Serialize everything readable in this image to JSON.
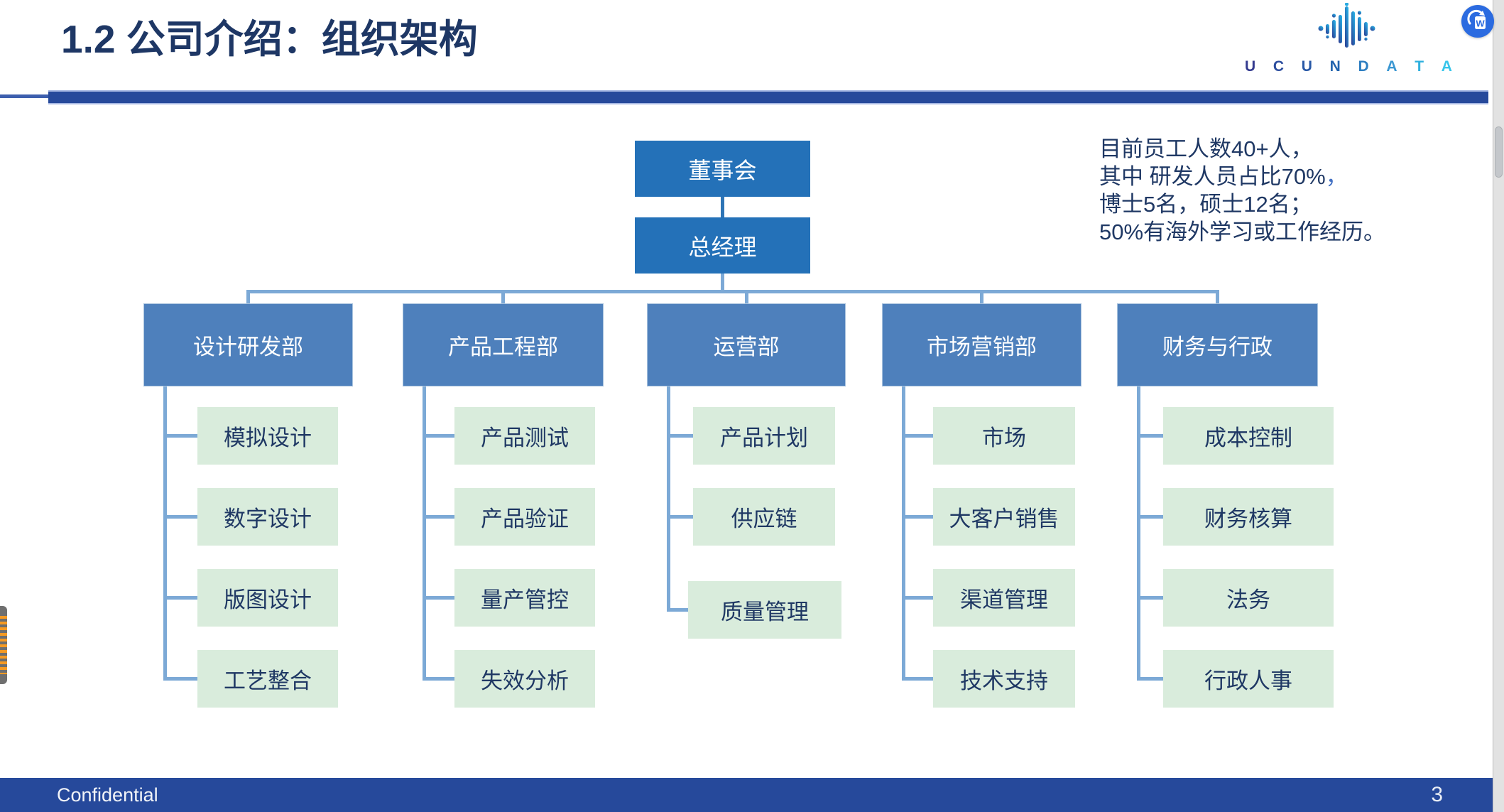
{
  "header": {
    "title": "1.2 公司介绍：组织架构",
    "brand": {
      "icon": "pulse-bars-logo-icon",
      "letters": [
        "U",
        "C",
        "U",
        "N",
        "D",
        "A",
        "T",
        "A"
      ],
      "letter_colors": [
        "#343b8f",
        "#2c4d9e",
        "#2858a6",
        "#2163ae",
        "#2d7ec1",
        "#3b97d2",
        "#2fb0de",
        "#36c5ea"
      ]
    },
    "floating_badge": {
      "icon": "wps-w-badge-icon",
      "letter": "W",
      "color": "#2b6be0"
    }
  },
  "org_chart": {
    "type": "org-tree",
    "root": "董事会",
    "executive": "总经理",
    "departments": [
      {
        "name": "设计研发部",
        "children": [
          "模拟设计",
          "数字设计",
          "版图设计",
          "工艺整合"
        ]
      },
      {
        "name": "产品工程部",
        "children": [
          "产品测试",
          "产品验证",
          "量产管控",
          "失效分析"
        ]
      },
      {
        "name": "运营部",
        "children": [
          "产品计划",
          "供应链",
          "质量管理"
        ]
      },
      {
        "name": "市场营销部",
        "children": [
          "市场",
          "大客户销售",
          "渠道管理",
          "技术支持"
        ]
      },
      {
        "name": "财务与行政",
        "children": [
          "成本控制",
          "财务核算",
          "法务",
          "行政人事"
        ]
      }
    ]
  },
  "info_note": {
    "lines": [
      {
        "text": "目前员工人数40+人，",
        "accent": ""
      },
      {
        "text": "其中 研发人员占比70%",
        "accent": "，"
      },
      {
        "text": "博士5名，硕士12名；",
        "accent": ""
      },
      {
        "text": "50%有海外学习或工作经历。",
        "accent": ""
      }
    ]
  },
  "footer": {
    "label": "Confidential",
    "page_number": "3"
  },
  "colors": {
    "title_navy": "#1e3765",
    "divider_blue": "#26499b",
    "top_box_blue": "#2471b8",
    "dept_box_blue": "#4e80bc",
    "sub_box_green": "#d9ecdc",
    "text_navy": "#1f3864",
    "connector_blue": "#7ca9d6",
    "connector_dark_blue": "#2e75b6",
    "accent_comma_blue": "#4472c4",
    "footer_bar_blue": "#26499b"
  }
}
